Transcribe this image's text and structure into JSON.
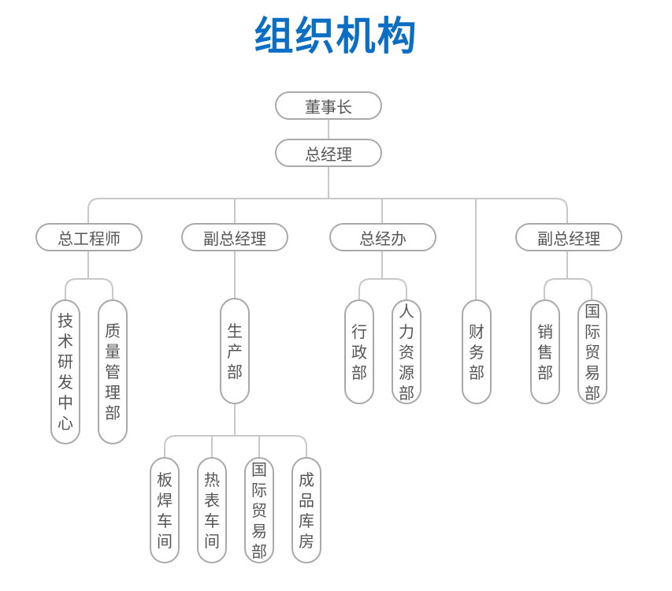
{
  "title": "组织机构",
  "nodes": {
    "chairman": "董事长",
    "general_manager": "总经理",
    "chief_engineer": "总工程师",
    "deputy_gm_1": "副总经理",
    "gm_office": "总经办",
    "deputy_gm_2": "副总经理",
    "tech_center": "技术研发中心",
    "quality_dept": "质量管理部",
    "production_dept": "生产部",
    "admin_dept": "行政部",
    "hr_dept": "人力资源部",
    "finance_dept": "财务部",
    "sales_dept": "销售部",
    "trade_dept_1": "国际贸易部",
    "welding_workshop": "板焊车间",
    "heat_workshop": "热表车间",
    "trade_dept_2": "国际贸易部",
    "warehouse": "成品库房"
  },
  "colors": {
    "title": "#0a6ec4",
    "border": "#a9a9a9",
    "line": "#c8c8c8",
    "text": "#555555"
  }
}
